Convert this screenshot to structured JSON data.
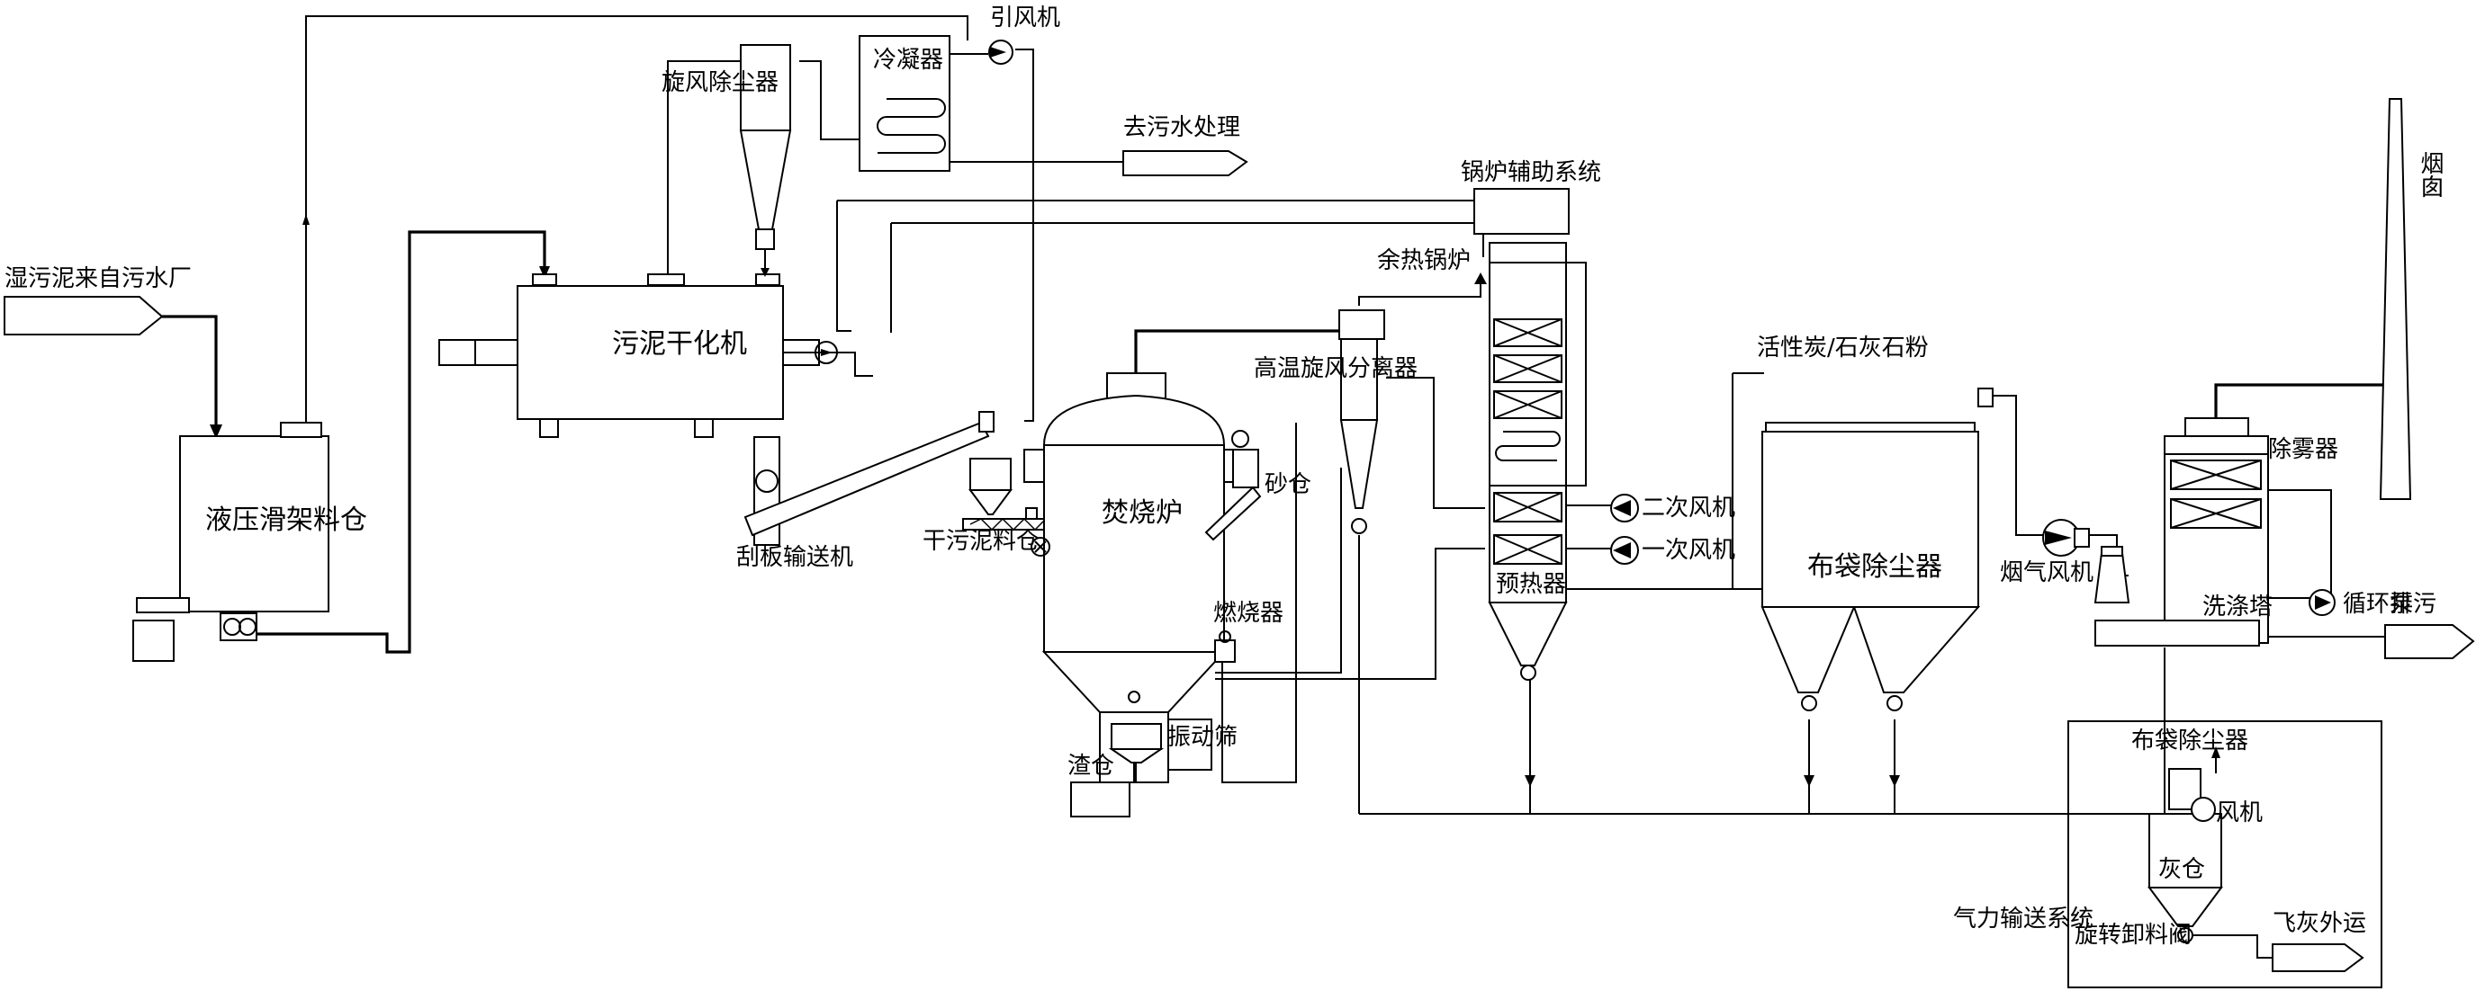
{
  "labels": {
    "sludge_source": "湿污泥来自污水厂",
    "hydraulic_silo": "液压滑架料仓",
    "sludge_dryer": "污泥干化机",
    "cyclone_dust_collector": "旋风除尘器",
    "condenser": "冷凝器",
    "induced_fan": "引风机",
    "to_wastewater": "去污水处理",
    "scraper_conveyor": "刮板输送机",
    "dry_sludge_bin": "干污泥料仓",
    "incinerator": "焚烧炉",
    "sand_bin": "砂仓",
    "burner": "燃烧器",
    "slag_bin": "渣仓",
    "vibrating_screen": "振动筛",
    "hot_cyclone": "高温旋风分离器",
    "boiler_aux": "锅炉辅助系统",
    "waste_heat_boiler": "余热锅炉",
    "secondary_fan": "二次风机",
    "primary_fan": "一次风机",
    "preheater": "预热器",
    "carbon_lime": "活性炭/石灰石粉",
    "baghouse": "布袋除尘器",
    "flue_fan": "烟气风机",
    "demister": "除雾器",
    "scrubber": "洗涤塔",
    "circulation_pump": "循环泵",
    "chimney": "烟囱",
    "discharge": "排污",
    "pneumatic_box": {
      "bag_filter": "布袋除尘器",
      "fan": "风机",
      "ash_bin": "灰仓",
      "rotary_valve": "旋转卸料阀",
      "fly_ash_out": "飞灰外运",
      "system_title": "气力输送系统"
    }
  }
}
